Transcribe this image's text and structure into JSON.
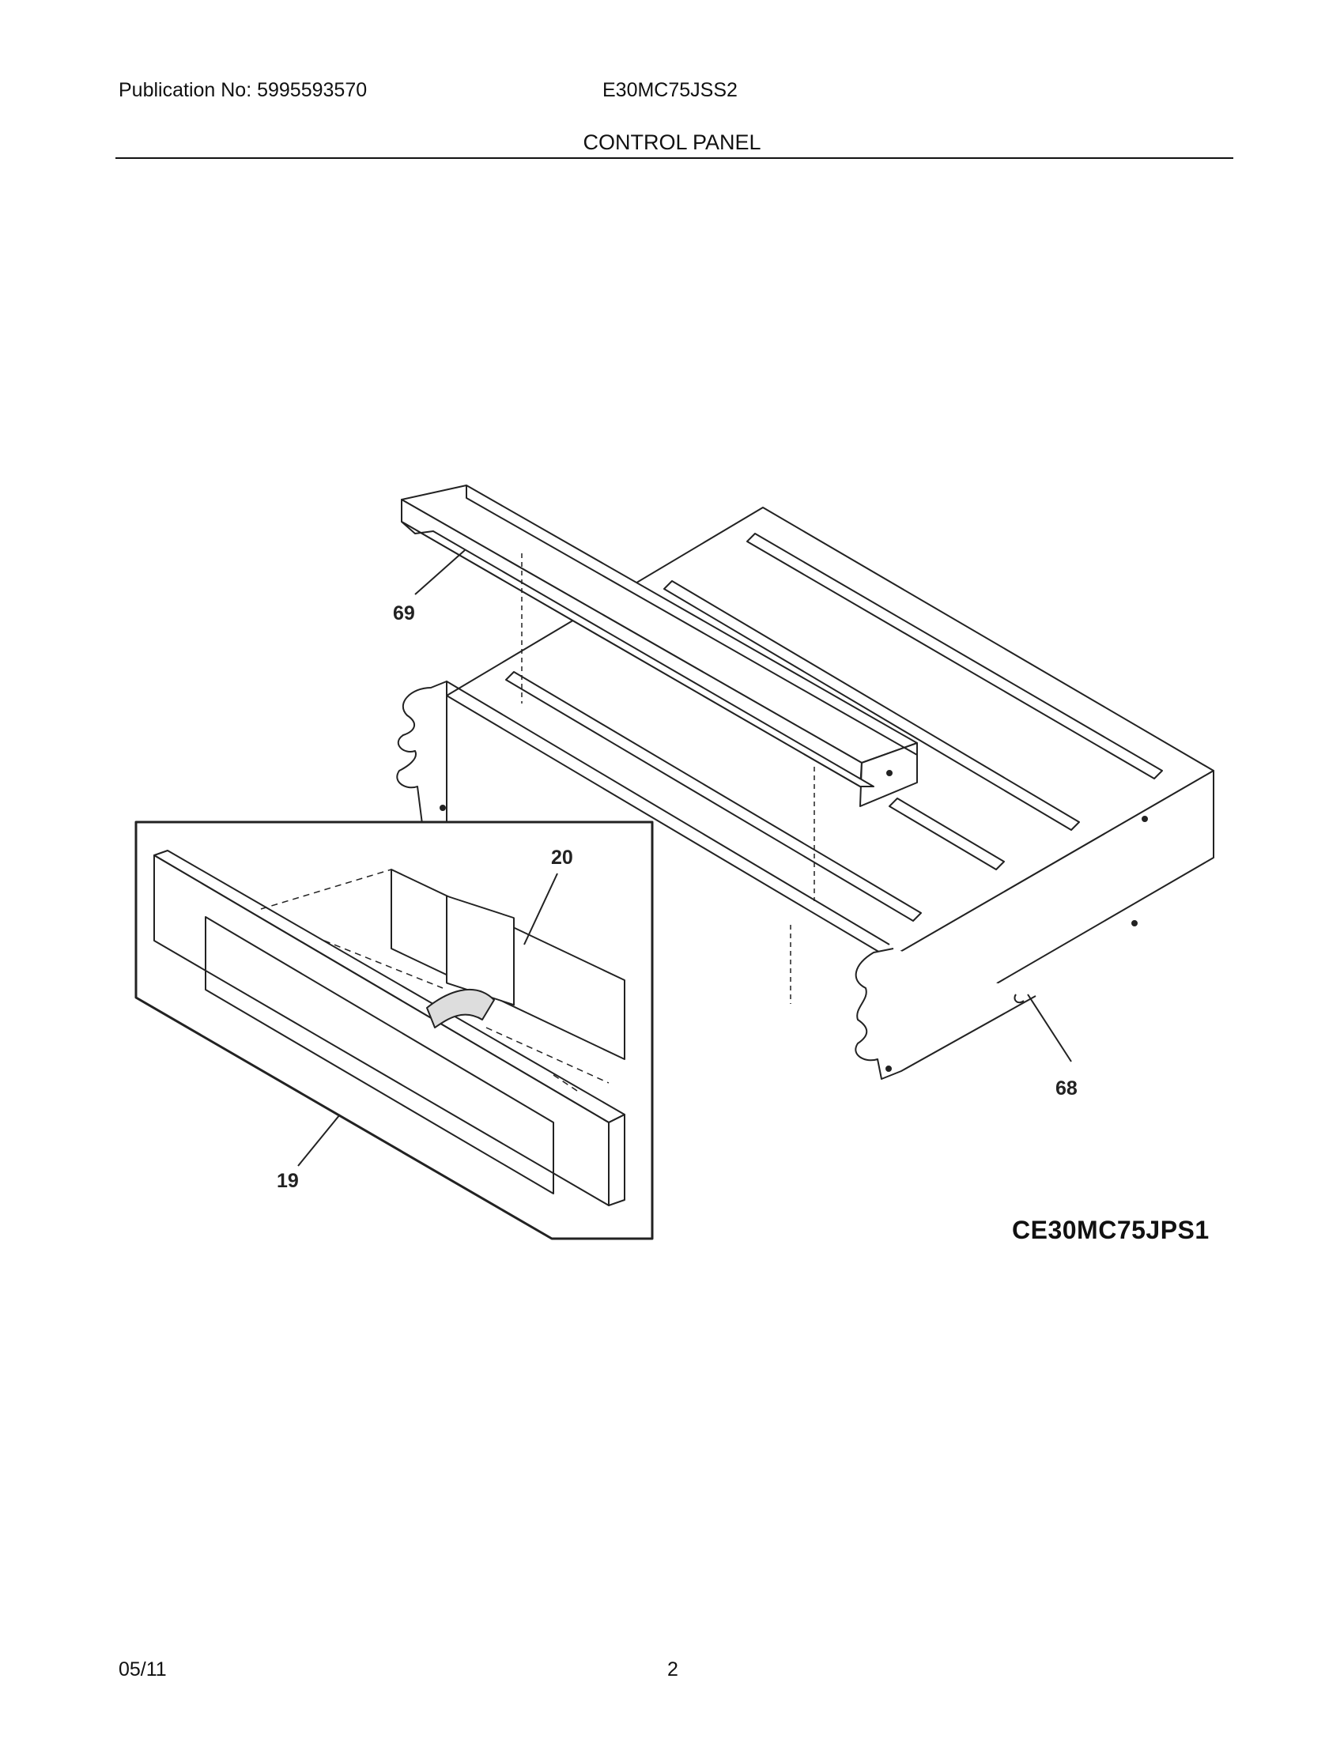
{
  "header": {
    "publication": "Publication No: 5995593570",
    "model": "E30MC75JSS2",
    "section_title": "CONTROL PANEL"
  },
  "diagram": {
    "callouts": [
      "69",
      "20",
      "68",
      "19"
    ],
    "diagram_code": "CE30MC75JPS1"
  },
  "footer": {
    "date": "05/11",
    "page": "2"
  }
}
